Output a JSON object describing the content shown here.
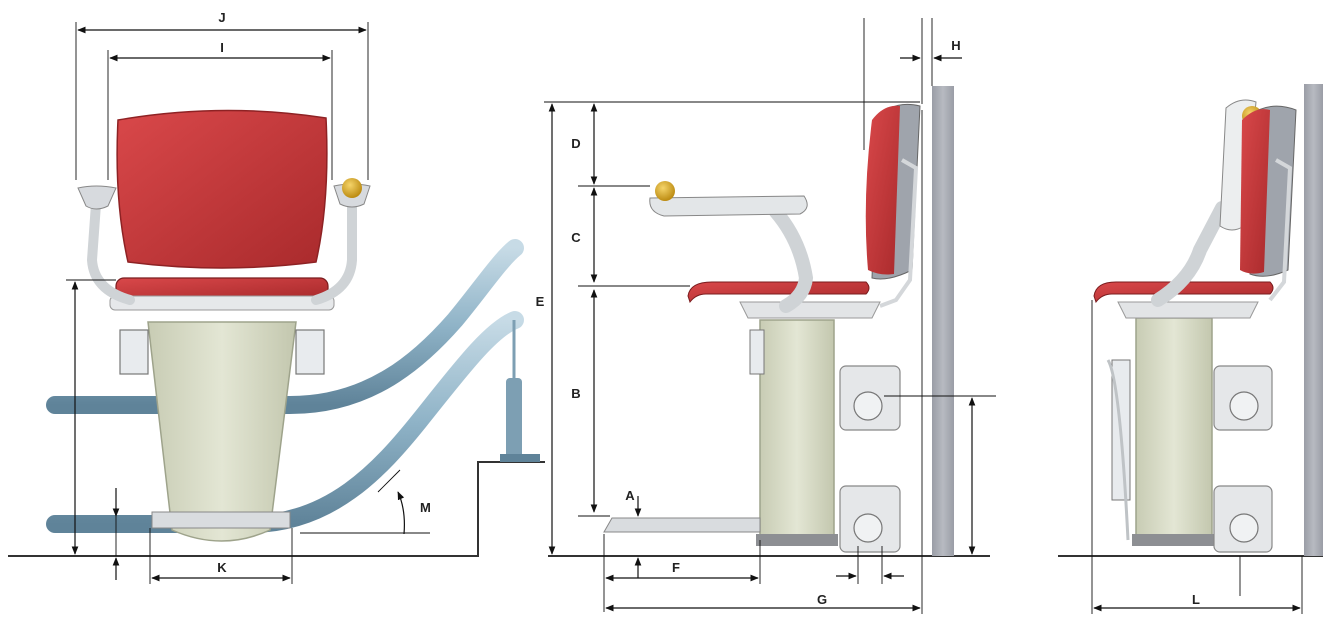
{
  "labels": {
    "a": "A",
    "b": "B",
    "c": "C",
    "d": "D",
    "e": "E",
    "f": "F",
    "g": "G",
    "h": "H",
    "i": "I",
    "j": "J",
    "k": "K",
    "l": "L",
    "m": "M"
  },
  "colors": {
    "seat_red": "#c0393b",
    "seat_red_dark": "#8e2224",
    "body_beige": "#dcdfcb",
    "rail_blue": "#8fb3c7",
    "wall_gray": "#a9acb4",
    "knob_gold": "#d9a520",
    "metal": "#d9dcdf"
  }
}
